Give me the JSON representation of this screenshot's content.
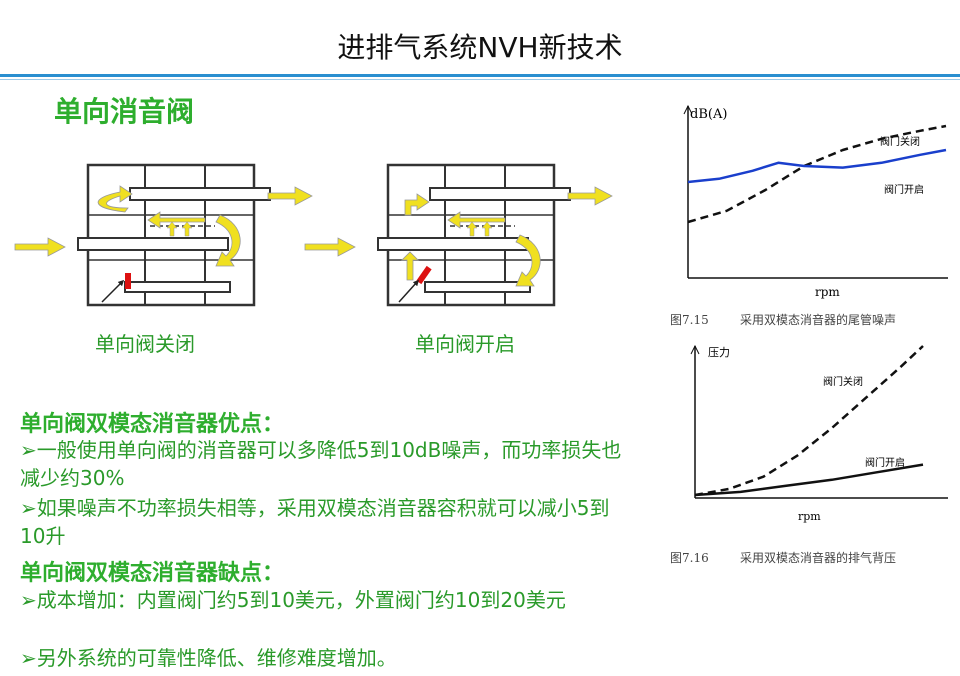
{
  "title": "进排气系统NVH新技术",
  "heading": "单向消音阀",
  "diagrams": {
    "closed_caption": "单向阀关闭",
    "open_caption": "单向阀开启"
  },
  "colors": {
    "accent_green": "#2eae2e",
    "arrow_yellow": "#f0e020",
    "valve_red": "#dd1111",
    "title_rule": "#2a8fd0",
    "curve_blue": "#1a3fcc"
  },
  "advantages": {
    "title": "单向阀双模态消音器优点：",
    "items": [
      "➢一般使用单向阀的消音器可以多降低5到10dB噪声，而功率损失也减少约30%",
      "➢如果噪声不功率损失相等，采用双模态消音器容积就可以减小5到10升"
    ]
  },
  "disadvantages": {
    "title": "单向阀双模态消音器缺点：",
    "items": [
      "➢成本增加：内置阀门约5到10美元，外置阀门约10到20美元",
      "➢另外系统的可靠性降低、维修难度增加。"
    ]
  },
  "chart_data": [
    {
      "type": "line",
      "ylabel": "dB(A)",
      "xlabel": "rpm",
      "caption_number": "图7.15",
      "caption_text": "采用双模态消音器的尾管噪声",
      "series": [
        {
          "name": "阀门关闭",
          "style": "dashed",
          "color": "#111111",
          "points": [
            [
              0.0,
              0.35
            ],
            [
              0.15,
              0.42
            ],
            [
              0.3,
              0.55
            ],
            [
              0.45,
              0.7
            ],
            [
              0.6,
              0.8
            ],
            [
              0.75,
              0.87
            ],
            [
              0.9,
              0.92
            ],
            [
              1.0,
              0.95
            ]
          ]
        },
        {
          "name": "阀门开启",
          "style": "solid",
          "color": "#1a3fcc",
          "points": [
            [
              0.0,
              0.6
            ],
            [
              0.12,
              0.62
            ],
            [
              0.25,
              0.67
            ],
            [
              0.35,
              0.72
            ],
            [
              0.45,
              0.7
            ],
            [
              0.6,
              0.69
            ],
            [
              0.75,
              0.72
            ],
            [
              0.9,
              0.77
            ],
            [
              1.0,
              0.8
            ]
          ]
        }
      ],
      "grid": false
    },
    {
      "type": "line",
      "ylabel": "压力",
      "xlabel": "rpm",
      "caption_number": "图7.16",
      "caption_text": "采用双模态消音器的排气背压",
      "series": [
        {
          "name": "阀门关闭",
          "style": "dashed",
          "color": "#111111",
          "points": [
            [
              0.0,
              0.02
            ],
            [
              0.15,
              0.06
            ],
            [
              0.3,
              0.14
            ],
            [
              0.45,
              0.28
            ],
            [
              0.6,
              0.46
            ],
            [
              0.75,
              0.66
            ],
            [
              0.9,
              0.86
            ],
            [
              1.0,
              1.0
            ]
          ]
        },
        {
          "name": "阀门开启",
          "style": "solid",
          "color": "#111111",
          "points": [
            [
              0.0,
              0.02
            ],
            [
              0.2,
              0.04
            ],
            [
              0.4,
              0.08
            ],
            [
              0.6,
              0.12
            ],
            [
              0.8,
              0.17
            ],
            [
              1.0,
              0.22
            ]
          ]
        }
      ],
      "grid": false
    }
  ]
}
